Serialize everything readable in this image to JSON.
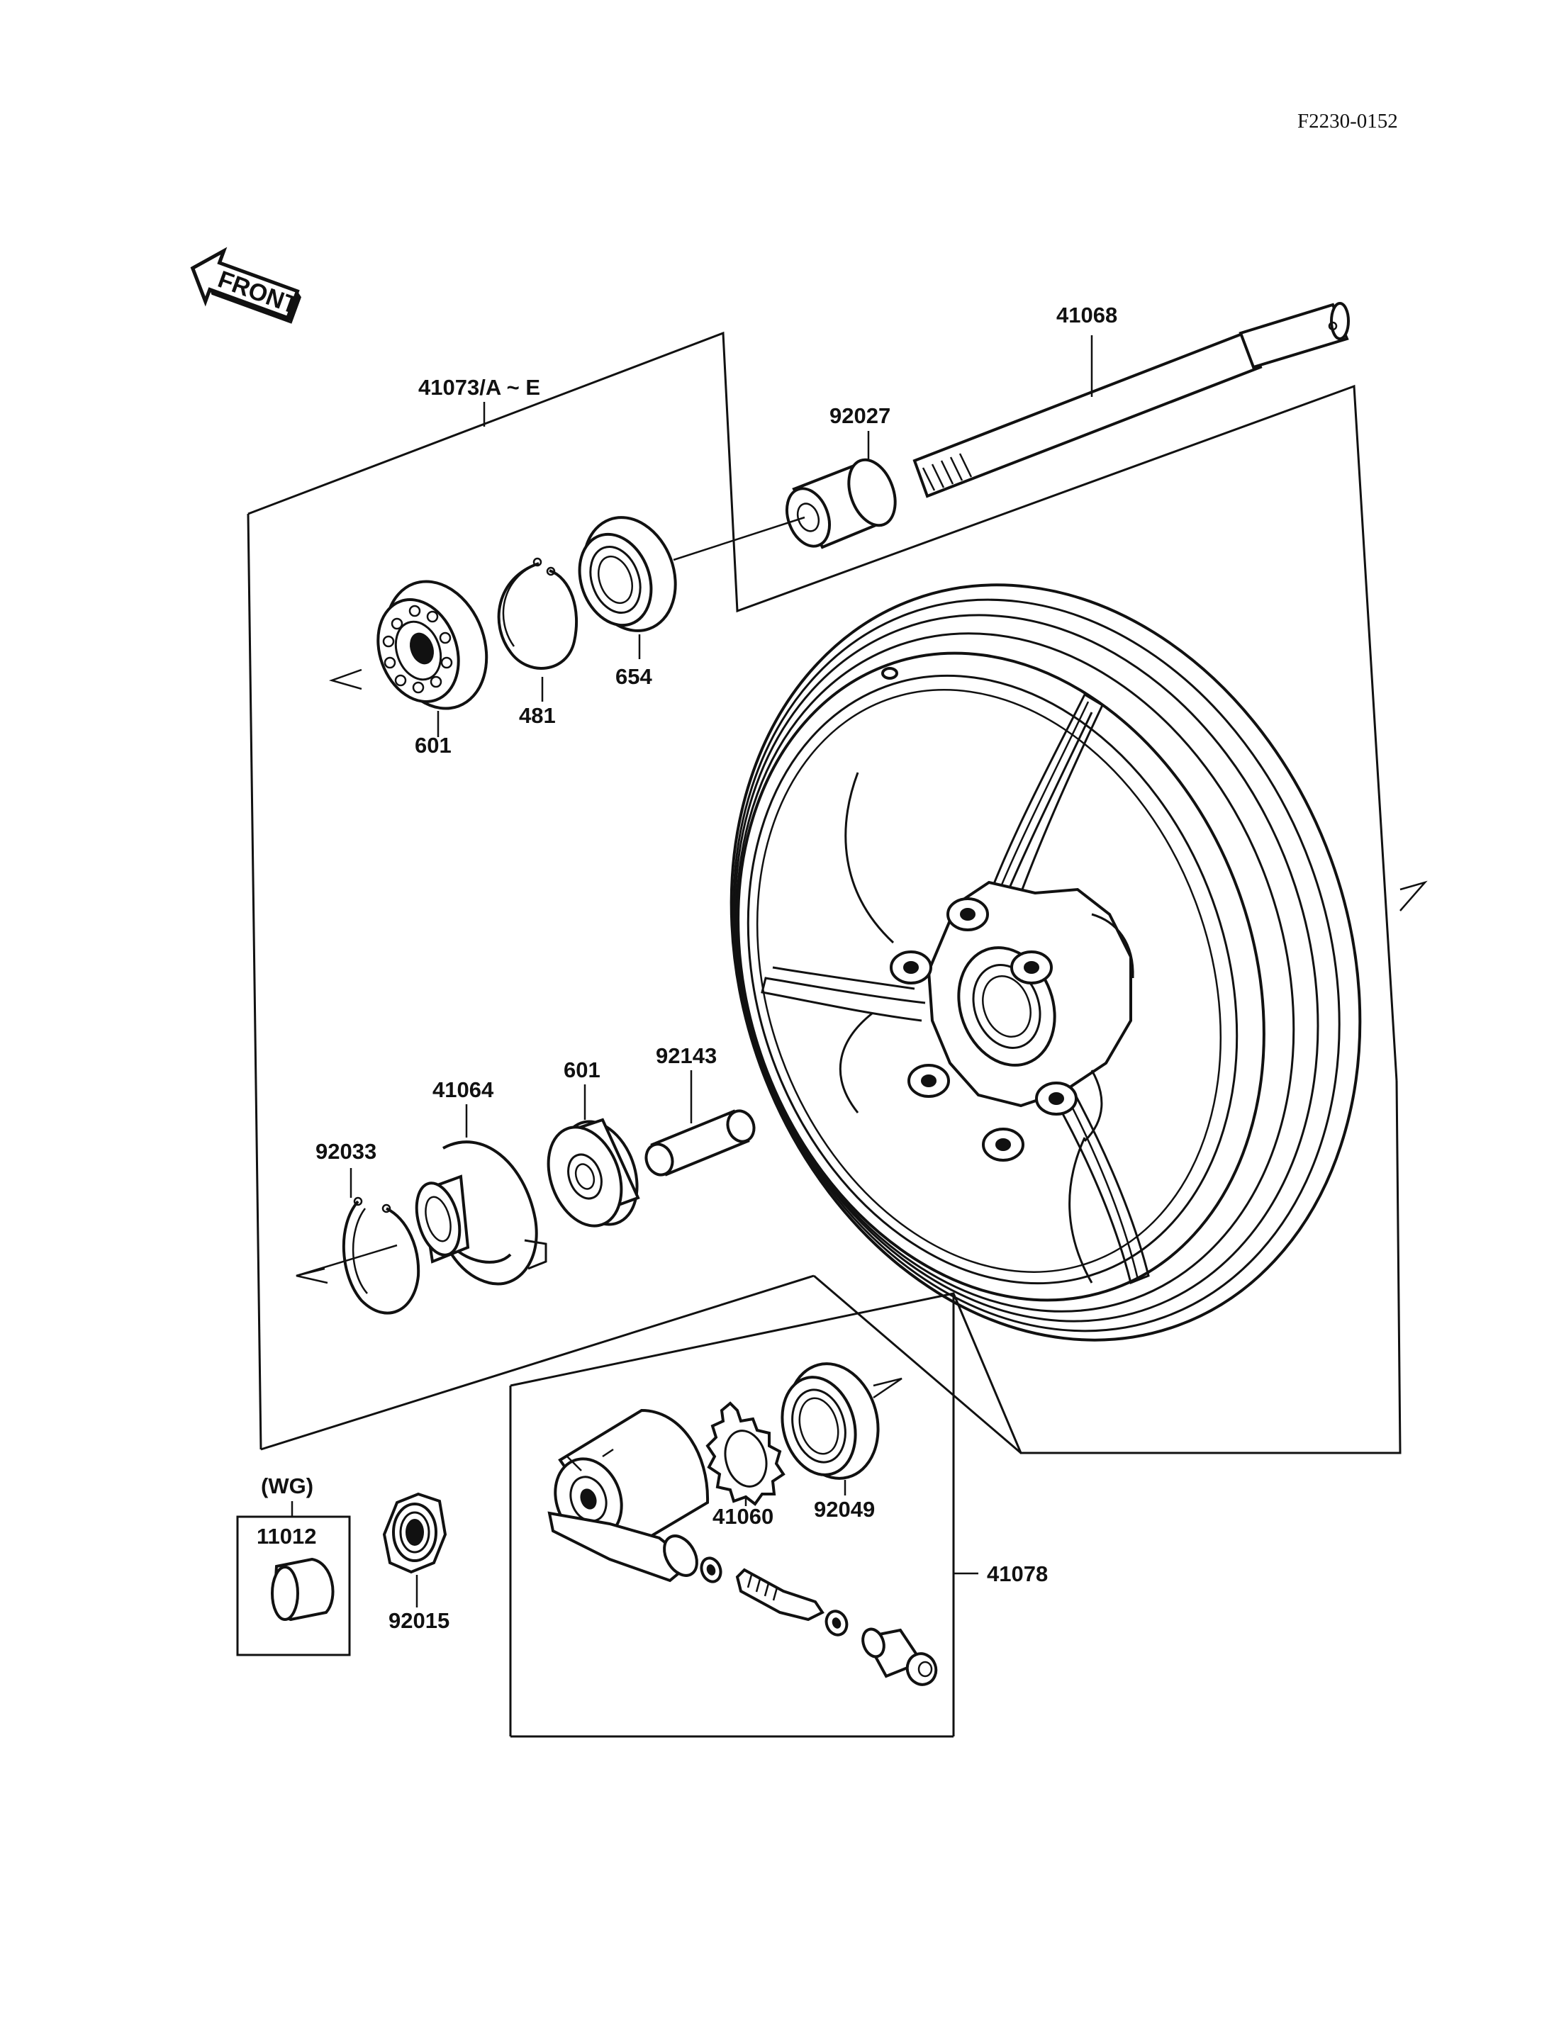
{
  "diagram_code": "F2230-0152",
  "front_arrow": {
    "label": "FRONT",
    "icon": "front-direction-arrow-icon"
  },
  "parts": {
    "p41073": "41073/A ~ E",
    "p41068": "41068",
    "p92027": "92027",
    "p654": "654",
    "p481": "481",
    "p601_top": "601",
    "p41064": "41064",
    "p601_mid": "601",
    "p92143": "92143",
    "p92033": "92033",
    "p41060": "41060",
    "p92049": "92049",
    "p41078": "41078",
    "pWG": "(WG)",
    "p11012": "11012",
    "p92015": "92015"
  }
}
